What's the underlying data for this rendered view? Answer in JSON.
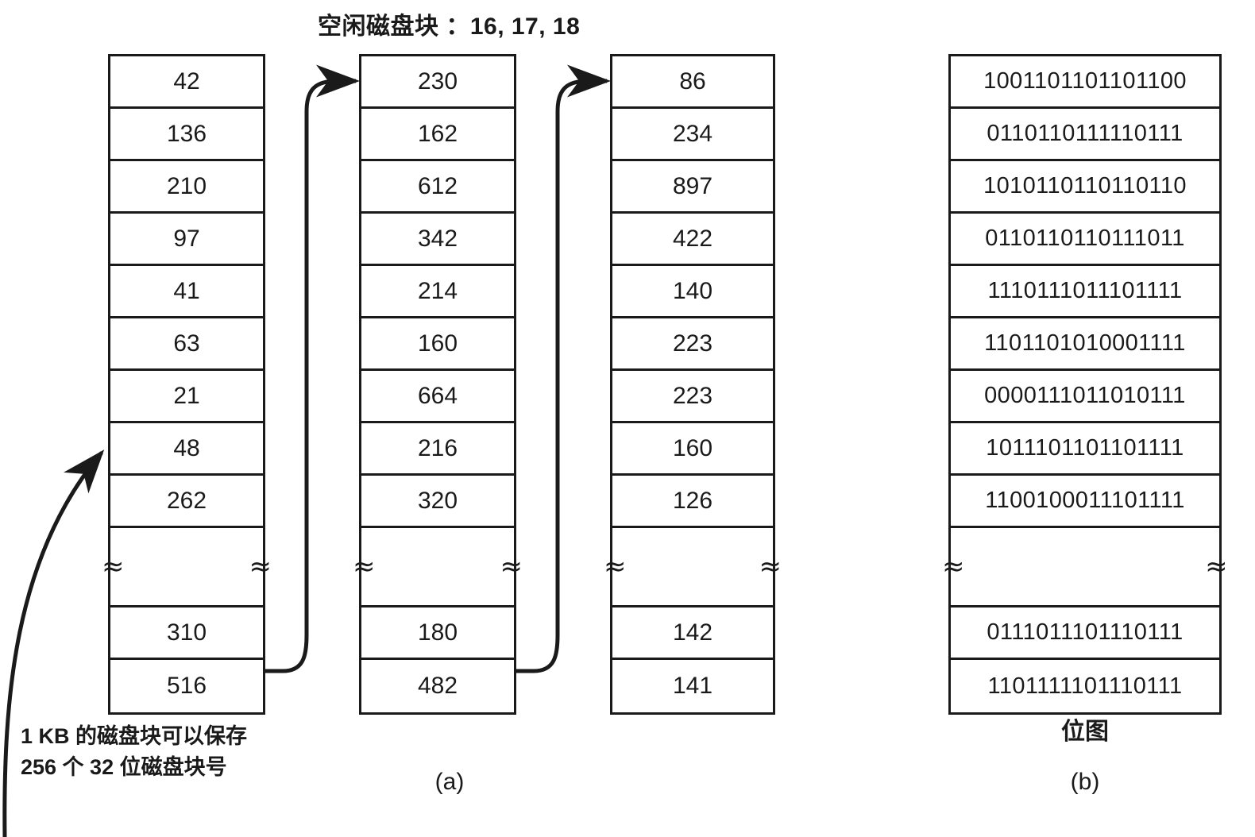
{
  "diagram": {
    "title": "空闲磁盘块 ：16, 17, 18",
    "panel_a": {
      "label": "(a)",
      "caption_line1": "1 KB 的磁盘块可以保存",
      "caption_line2": "256 个 32 位磁盘块号",
      "blocks": [
        {
          "name": "free-block-list-1",
          "entries": [
            "42",
            "136",
            "210",
            "97",
            "41",
            "63",
            "21",
            "48",
            "262"
          ],
          "break_symbol": "≈",
          "tail_entries": [
            "310",
            "516"
          ]
        },
        {
          "name": "free-block-list-2",
          "entries": [
            "230",
            "162",
            "612",
            "342",
            "214",
            "160",
            "664",
            "216",
            "320"
          ],
          "break_symbol": "≈",
          "tail_entries": [
            "180",
            "482"
          ]
        },
        {
          "name": "free-block-list-3",
          "entries": [
            "86",
            "234",
            "897",
            "422",
            "140",
            "223",
            "223",
            "160",
            "126"
          ],
          "break_symbol": "≈",
          "tail_entries": [
            "142",
            "141"
          ]
        }
      ]
    },
    "panel_b": {
      "label": "(b)",
      "caption": "位图",
      "bitmap_rows": [
        "1001101101101100",
        "0110110111110111",
        "1010110110110110",
        "0110110110111011",
        "1110111011101111",
        "1101101010001111",
        "0000111011010111",
        "1011101101101111",
        "1100100011101111"
      ],
      "break_symbol": "≈",
      "bitmap_tail_rows": [
        "0111011101110111",
        "1101111101110111"
      ]
    },
    "colors": {
      "ink": "#1a1a1a",
      "paper": "#ffffff"
    }
  }
}
